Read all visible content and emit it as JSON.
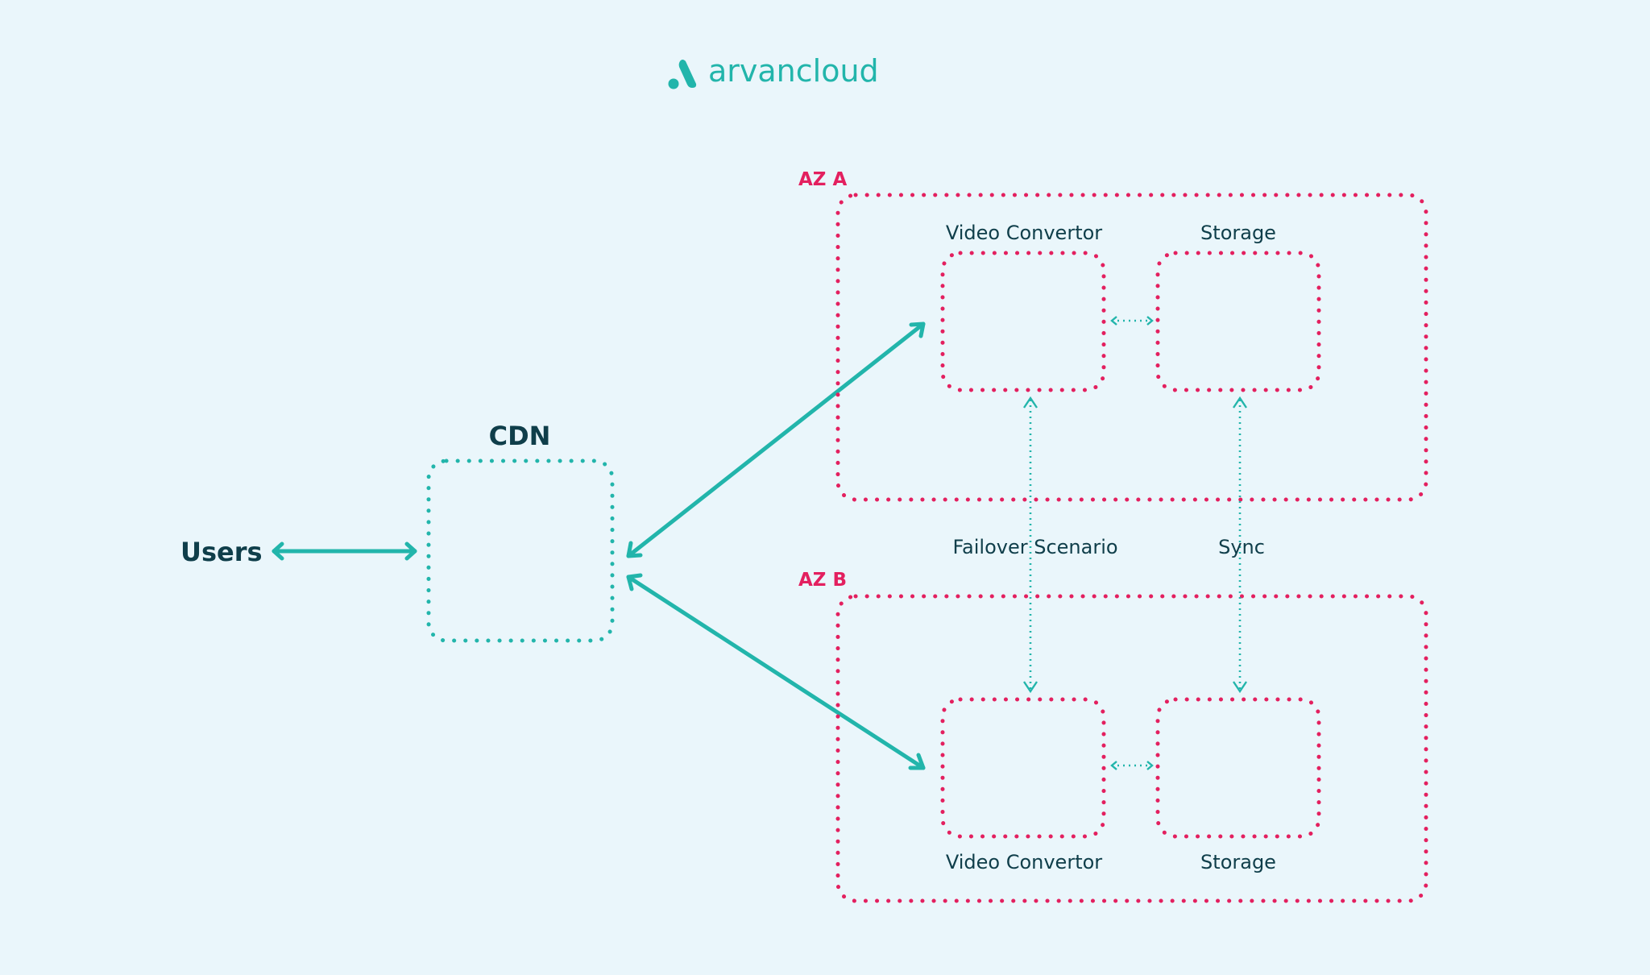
{
  "brand": {
    "name": "arvancloud",
    "logo_icon": "arvancloud-logo-icon",
    "color": "#22b5ab"
  },
  "colors": {
    "background": "#eaf6fb",
    "teal": "#22b5ab",
    "pink": "#e3205f",
    "text_dark": "#0f3e4a"
  },
  "labels": {
    "users": "Users",
    "cdn": "CDN",
    "az_a": "AZ A",
    "az_b": "AZ B",
    "video_convertor_a": "Video Convertor",
    "storage_a": "Storage",
    "video_convertor_b": "Video Convertor",
    "storage_b": "Storage",
    "failover": "Failover Scenario",
    "sync": "Sync"
  }
}
